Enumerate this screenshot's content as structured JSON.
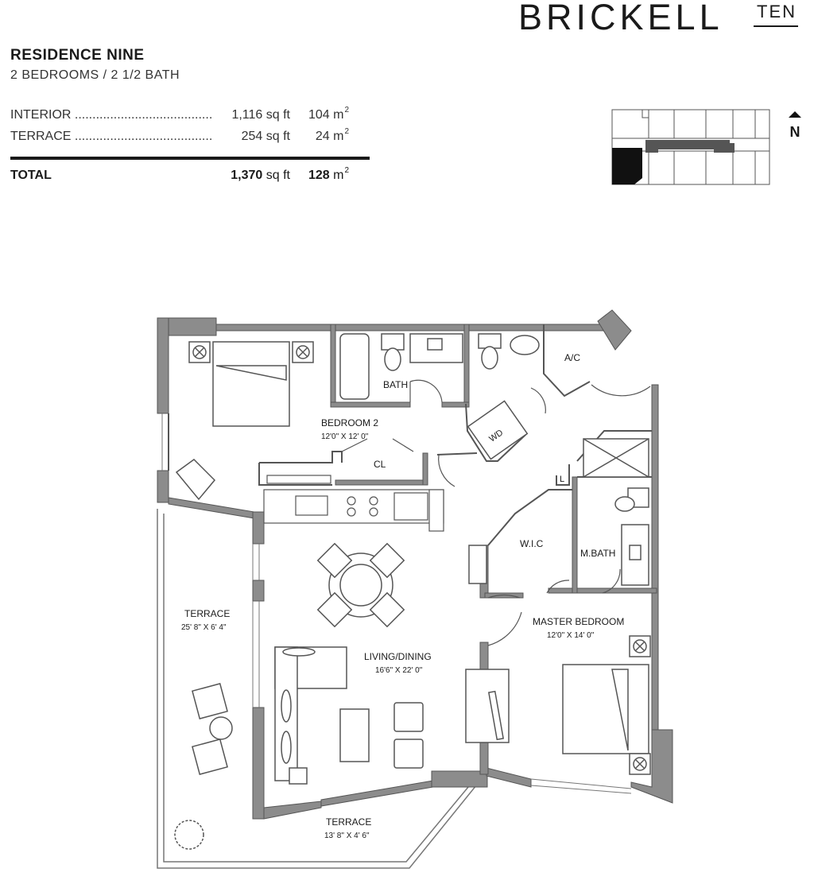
{
  "brand": {
    "main": "BRICKELL",
    "sub": "TEN"
  },
  "residence": {
    "name": "RESIDENCE NINE",
    "type": "2 BEDROOMS / 2 1/2 BATH"
  },
  "areas": [
    {
      "label": "INTERIOR",
      "sqft": "1,116",
      "sqft_unit": "sq ft",
      "m2": "104",
      "m2_unit": "m"
    },
    {
      "label": "TERRACE",
      "sqft": "254",
      "sqft_unit": "sq ft",
      "m2": "24",
      "m2_unit": "m"
    }
  ],
  "total": {
    "label": "TOTAL",
    "sqft": "1,370",
    "sqft_unit": "sq ft",
    "m2": "128",
    "m2_unit": "m"
  },
  "superscript": "2",
  "north": {
    "label": "N"
  },
  "rooms": {
    "bath": "BATH",
    "ac": "A/C",
    "bedroom2": "BEDROOM 2",
    "bedroom2_dim": "12'0\" X 12' 0\"",
    "closet": "CL",
    "wd": "WD",
    "linen": "L",
    "wic": "W.I.C",
    "mbath": "M.BATH",
    "master": "MASTER BEDROOM",
    "master_dim": "12'0\" X 14' 0\"",
    "living": "LIVING/DINING",
    "living_dim": "16'6\" X 22' 0\"",
    "terrace_w": "TERRACE",
    "terrace_w_dim": "25' 8\" X 6' 4\"",
    "terrace_s": "TERRACE",
    "terrace_s_dim": "13' 8\" X 4' 6\""
  }
}
